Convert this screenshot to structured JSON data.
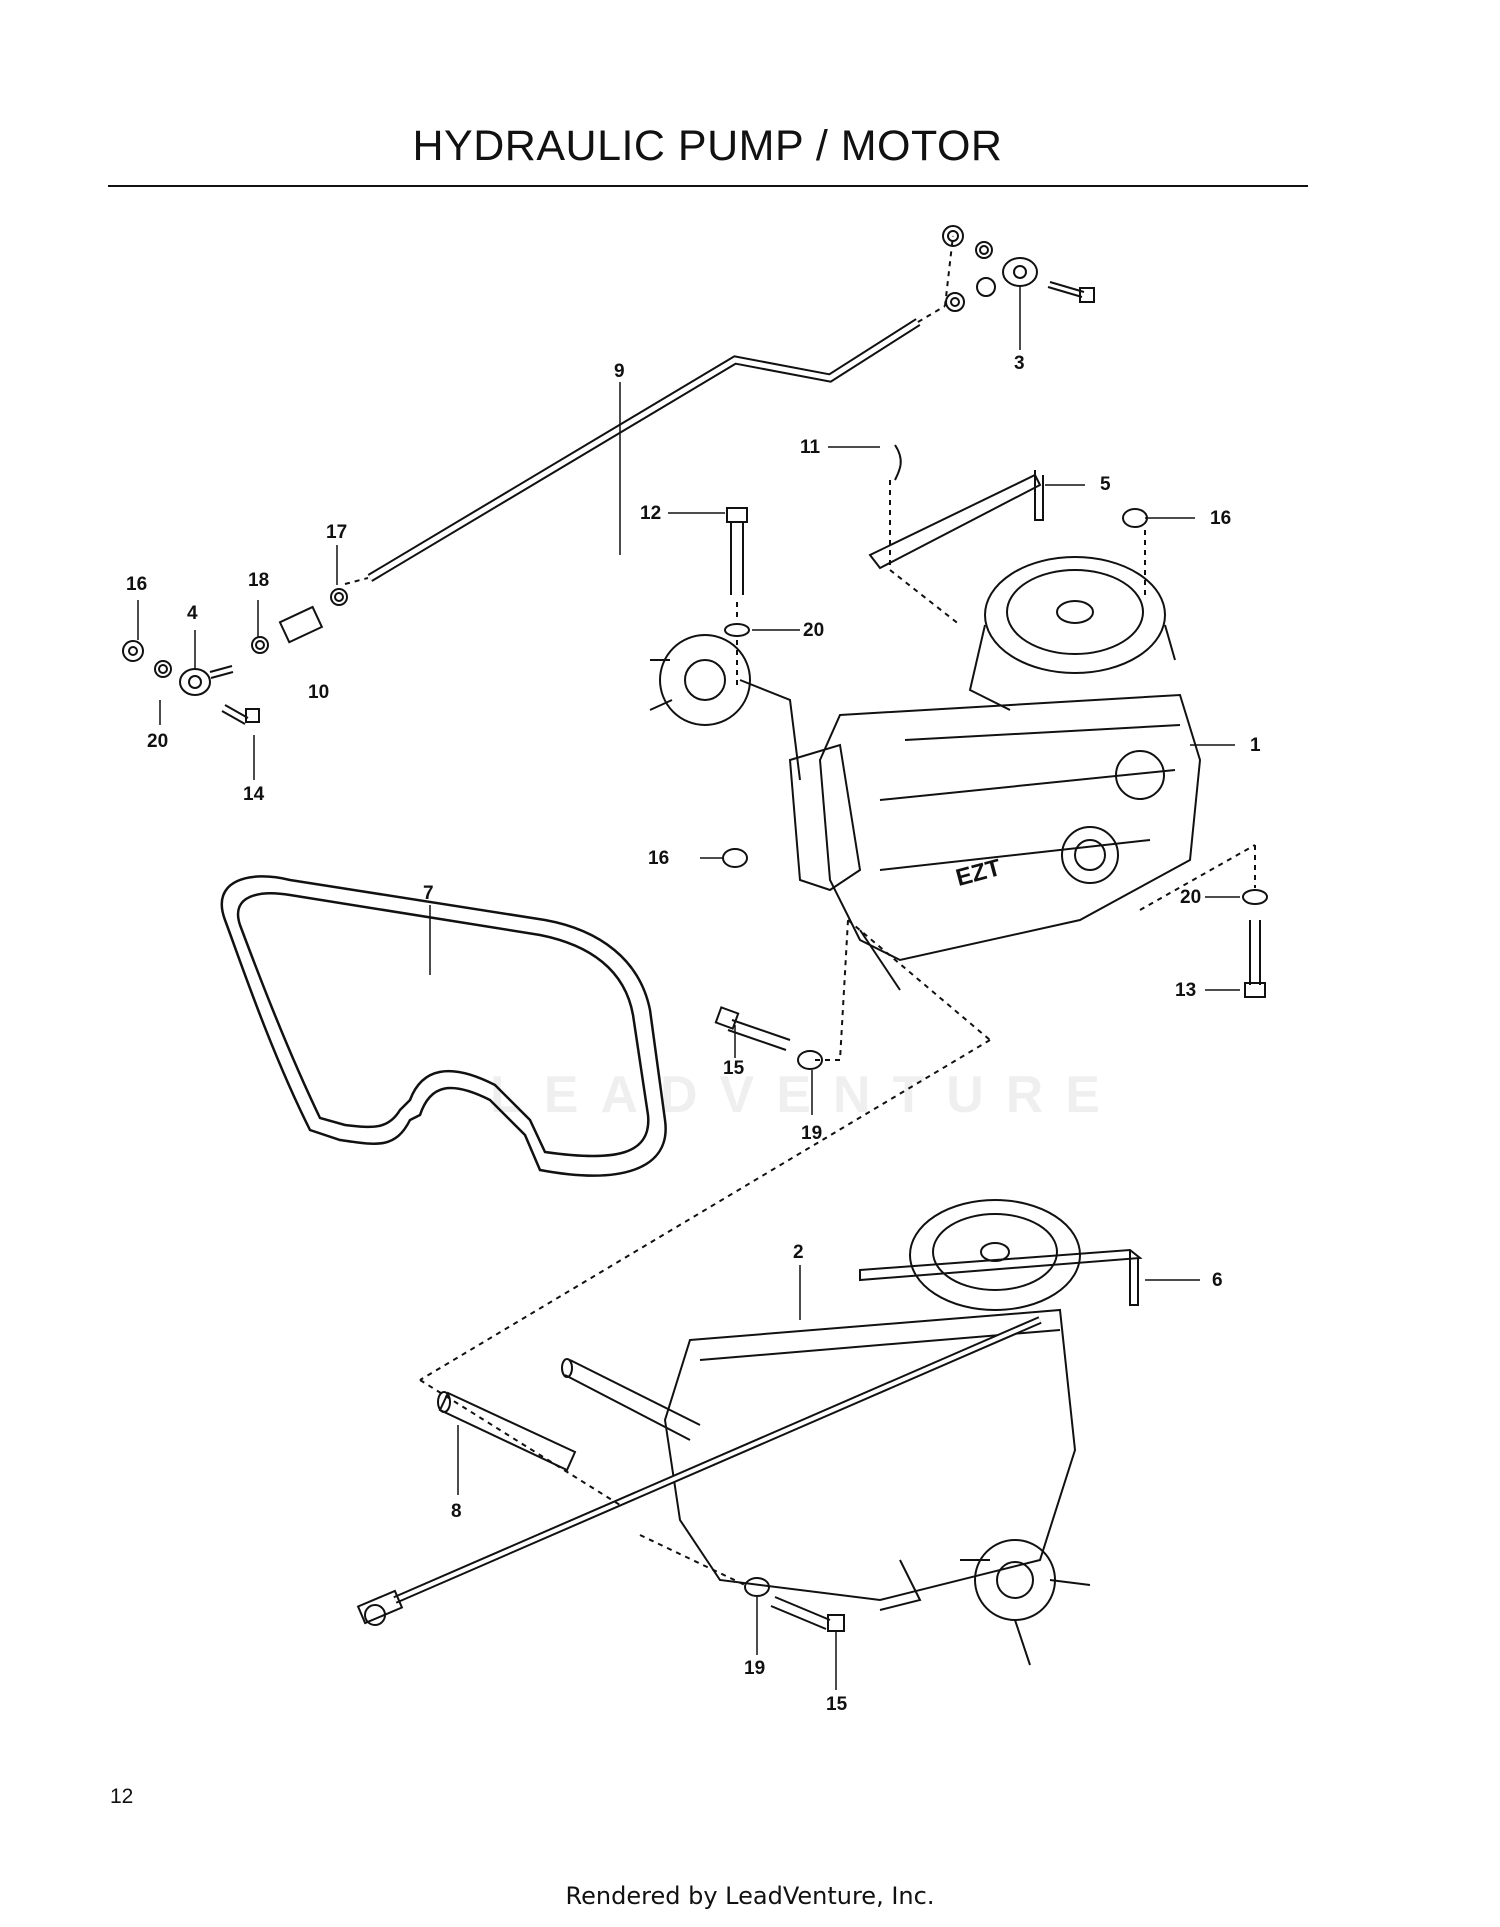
{
  "title": "HYDRAULIC PUMP / MOTOR",
  "page_number": "12",
  "footer": "Rendered by LeadVenture, Inc.",
  "watermark": "LEADVENTURE",
  "callouts": [
    "1",
    "2",
    "3",
    "4",
    "5",
    "6",
    "7",
    "8",
    "9",
    "10",
    "11",
    "12",
    "13",
    "14",
    "15",
    "15",
    "16",
    "16",
    "16",
    "17",
    "18",
    "19",
    "19",
    "20",
    "20",
    "20"
  ]
}
